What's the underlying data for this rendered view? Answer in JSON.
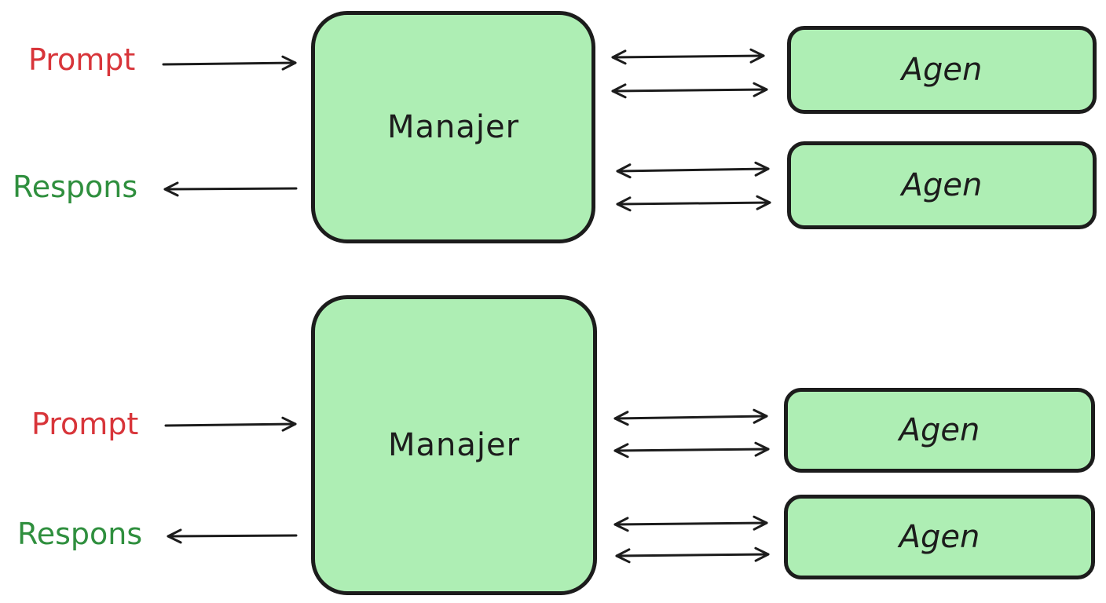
{
  "colors": {
    "prompt": "#d8353a",
    "response": "#2f8f3e",
    "box_fill": "#aeeeb4",
    "stroke": "#1c1c1c"
  },
  "top": {
    "prompt": "Prompt",
    "response": "Respons",
    "manager": "Manajer",
    "agents": [
      "Agen",
      "Agen"
    ]
  },
  "bottom": {
    "prompt": "Prompt",
    "response": "Respons",
    "manager": "Manajer",
    "agents": [
      "Agen",
      "Agen"
    ]
  }
}
